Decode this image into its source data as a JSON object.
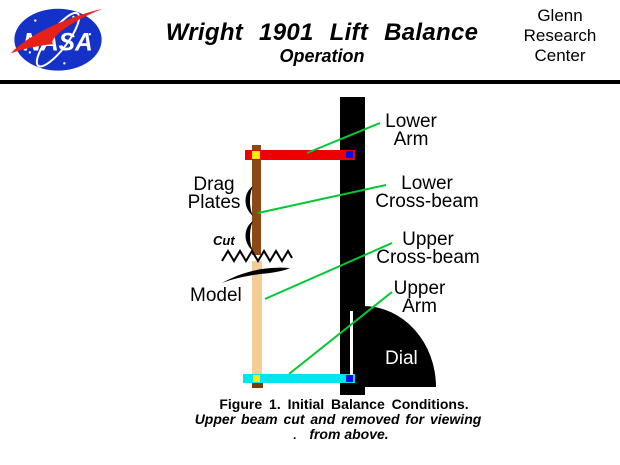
{
  "header": {
    "logo_text": "NASA",
    "title": "Wright 1901 Lift Balance",
    "subtitle": "Operation",
    "org_line1": "Glenn",
    "org_line2": "Research",
    "org_line3": "Center"
  },
  "labels": {
    "lower_arm": "Lower\nArm",
    "lower_cross_beam": "Lower\nCross-beam",
    "upper_cross_beam": "Upper\nCross-beam",
    "upper_arm": "Upper\nArm",
    "drag_plates": "Drag\nPlates",
    "cut": "Cut",
    "model": "Model",
    "dial": "Dial"
  },
  "caption": {
    "line1": "Figure 1. Initial Balance Conditions.",
    "line2": "Upper beam cut and removed for viewing",
    "line3": "from above.",
    "stray_mark": "."
  },
  "colors": {
    "beam_red": "#EE0000",
    "pivot_yellow": "#FFEB00",
    "pivot_blue": "#0011EE",
    "lower_crossbeam_brown": "#8B4A14",
    "upper_crossbeam_tan": "#F2CD94",
    "stub_brown": "#7A3B00",
    "upper_arm_cyan": "#00E4F2",
    "callout_green": "#00C832",
    "frame_black": "#000000",
    "pointer_white": "#FFFFFF",
    "nasa_blue": "#1532C8",
    "nasa_red": "#E62117"
  }
}
